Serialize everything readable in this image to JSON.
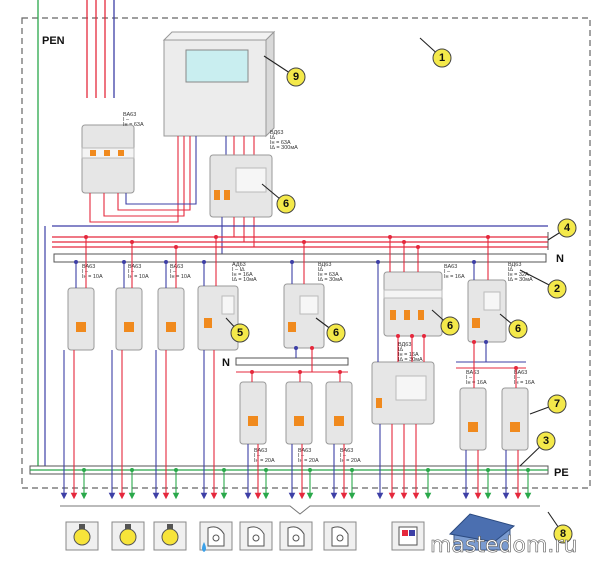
{
  "labels": {
    "pen": "PEN",
    "n_bus": "N",
    "n_bus_small": "N",
    "pe_bus": "PE"
  },
  "callouts": [
    "1",
    "2",
    "3",
    "4",
    "5",
    "6",
    "6",
    "6",
    "6",
    "7",
    "8",
    "9"
  ],
  "breakers": {
    "main": {
      "model": "ВА63",
      "line1": "I –",
      "line2": "Iн = 63А"
    },
    "rcd_main": {
      "model": "ВД63",
      "line1": "I∆",
      "line2": "Iн = 63А",
      "line3": "I∆ = 300мА"
    },
    "b1": {
      "model": "ВА63",
      "line1": "I –",
      "line2": "Iн = 10А"
    },
    "b2": {
      "model": "ВА63",
      "line1": "I –",
      "line2": "Iн = 10А"
    },
    "b3": {
      "model": "ВА63",
      "line1": "I –",
      "line2": "Iн = 10А"
    },
    "ad63": {
      "model": "АД63",
      "line1": "I – I∆",
      "line2": "Iн = 16А",
      "line3": "I∆ = 10мА"
    },
    "vd_mid": {
      "model": "ВД63",
      "line1": "I∆",
      "line2": "Iн = 63А",
      "line3": "I∆ = 30мА"
    },
    "b3p": {
      "model": "ВА63",
      "line1": "I –",
      "line2": "Iн = 16А"
    },
    "vd_3p": {
      "model": "ВД63",
      "line1": "I∆",
      "line2": "Iн = 16А",
      "line3": "I∆ = 30мА"
    },
    "vd_right": {
      "model": "ВД63",
      "line1": "I∆",
      "line2": "Iн = 32А",
      "line3": "I∆ = 30мА"
    },
    "s1": {
      "model": "ВА63",
      "line1": "I –",
      "line2": "Iн = 20А"
    },
    "s2": {
      "model": "ВА63",
      "line1": "I –",
      "line2": "Iн = 20А"
    },
    "s3": {
      "model": "ВА63",
      "line1": "I –",
      "line2": "Iн = 20А"
    },
    "r1": {
      "model": "ВА63",
      "line1": "I –",
      "line2": "Iн = 16А"
    },
    "r2": {
      "model": "ВА63",
      "line1": "I –",
      "line2": "Iн = 16А"
    }
  },
  "loads": [
    "lamp-icon",
    "lamp-icon",
    "lamp-icon",
    "socket-wet-icon",
    "socket-icon",
    "socket-icon",
    "socket-icon",
    "stove-icon",
    "house-icon"
  ],
  "watermark": "mastedom.ru",
  "colors": {
    "phase": "#e5283c",
    "neutral": "#3d3fa6",
    "pe": "#2aa84a",
    "housing": "#e6e6e6",
    "accent": "#f08a1e"
  }
}
